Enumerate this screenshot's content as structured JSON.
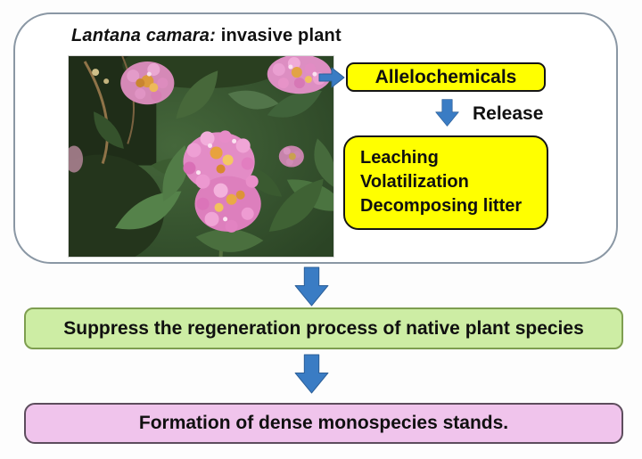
{
  "panel": {
    "title_species": "Lantana camara:",
    "title_rest": " invasive plant",
    "allelochemicals_label": "Allelochemicals",
    "release_label": "Release",
    "pathways": [
      "Leaching",
      "Volatilization",
      "Decomposing litter"
    ]
  },
  "flow": {
    "suppress_label": "Suppress the regeneration process of native plant species",
    "formation_label": "Formation of dense monospecies stands."
  },
  "icons": {
    "arrow_right": "blue right arrow",
    "arrow_down": "blue down arrow"
  },
  "colors": {
    "arrow_blue": "#3a7cc4",
    "yellow_box_fill": "#ffff00",
    "yellow_box_border": "#151515",
    "green_box_fill": "#cdeda4",
    "green_box_border": "#7e9e50",
    "pink_box_fill": "#f0c4ec",
    "pink_box_border": "#5d4d5d",
    "panel_border": "#8a97a4",
    "text": "#101010"
  }
}
